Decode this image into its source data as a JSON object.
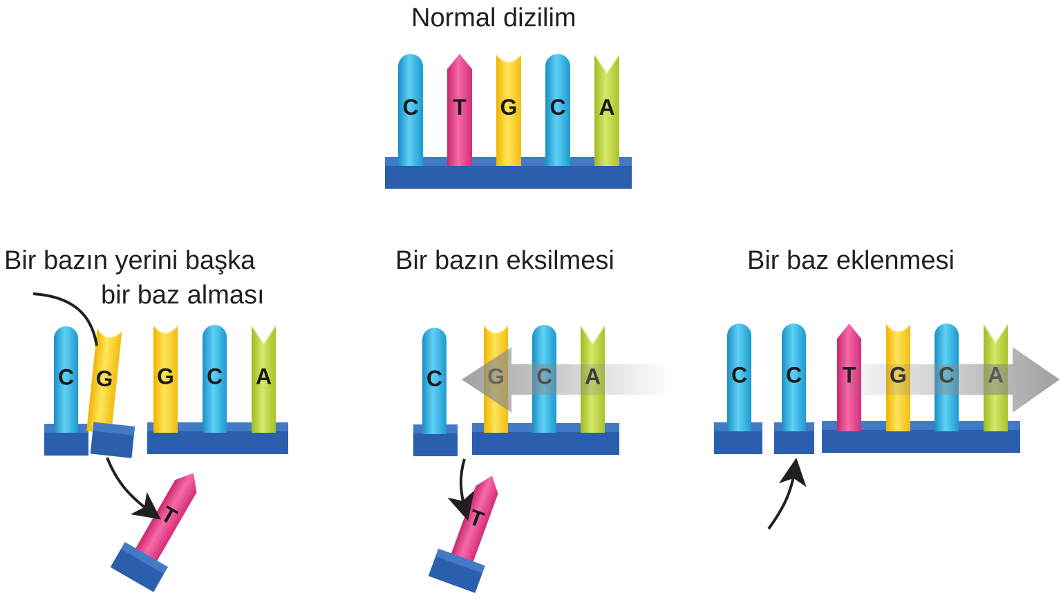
{
  "titles": {
    "normal": "Normal dizilim",
    "substitution_line1": "Bir bazın yerini başka",
    "substitution_line2": "bir baz alması",
    "deletion": "Bir bazın eksilmesi",
    "insertion": "Bir baz eklenmesi"
  },
  "colors": {
    "C": "#2bb5e5",
    "T": "#ec3f8e",
    "G": "#fcd116",
    "A": "#bcd43a",
    "backbone": "#2b5fae",
    "arrow_gray": "#8a8a8a",
    "curve_arrow": "#231f20"
  },
  "normal_sequence": [
    "C",
    "T",
    "G",
    "C",
    "A"
  ],
  "substitution": {
    "sequence": [
      "C",
      "G",
      "G",
      "C",
      "A"
    ],
    "removed_base": "T"
  },
  "deletion": {
    "sequence": [
      "C",
      "G",
      "C",
      "A"
    ],
    "removed_base": "T"
  },
  "insertion": {
    "sequence": [
      "C",
      "C",
      "T",
      "G",
      "C",
      "A"
    ]
  }
}
